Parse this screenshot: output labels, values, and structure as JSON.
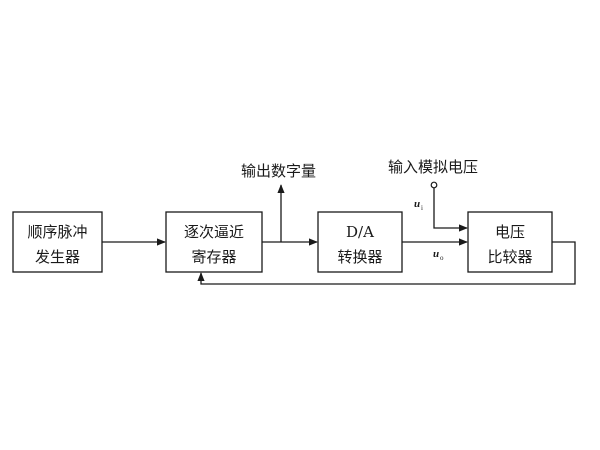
{
  "blocks": {
    "pulse_gen": {
      "line1": "顺序脉冲",
      "line2": "发生器"
    },
    "sar": {
      "line1": "逐次逼近",
      "line2": "寄存器"
    },
    "dac": {
      "line1": "D/A",
      "line2": "转换器"
    },
    "comparator": {
      "line1": "电压",
      "line2": "比较器"
    }
  },
  "labels": {
    "digital_out": "输出数字量",
    "analog_in": "输入模拟电压",
    "ui_main": "u",
    "ui_sub": "i",
    "uo_main": "u",
    "uo_sub": "o"
  },
  "colors": {
    "stroke": "#1a1a1a",
    "background": "#ffffff"
  }
}
